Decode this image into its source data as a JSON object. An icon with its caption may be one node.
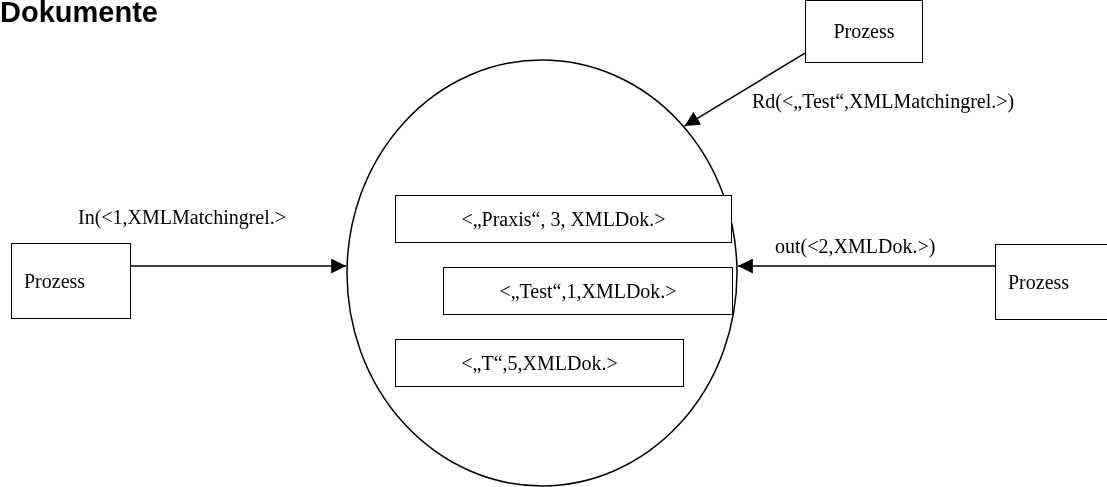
{
  "diagram": {
    "title": "Dokumente",
    "nodes": [
      {
        "text": [
          "Prozess"
        ]
      },
      {
        "text": [
          "Prozess"
        ]
      },
      {
        "text": [],
        "shape": "circle"
      },
      {
        "text": [
          "<„Praxis“, 3, XMLDok.>"
        ],
        "in": 2
      },
      {
        "text": [
          "<„Test“,1,XMLDok.>"
        ],
        "in": 2
      },
      {
        "text": [
          "<„T“,5,XMLDok.>"
        ],
        "in": 2
      },
      {
        "text": [
          "Prozess"
        ]
      }
    ],
    "edges": [
      {
        "from": 0,
        "to": 2,
        "arrow": "to",
        "label": "Rd(<„Test“,XMLMatchingrel.>)"
      },
      {
        "from": 1,
        "to": 2,
        "arrow": "to",
        "label": "In(<1,XMLMatchingrel.>"
      },
      {
        "from": 6,
        "to": 2,
        "arrow": "to",
        "label": "out(<2,XMLDok.>)"
      }
    ]
  }
}
